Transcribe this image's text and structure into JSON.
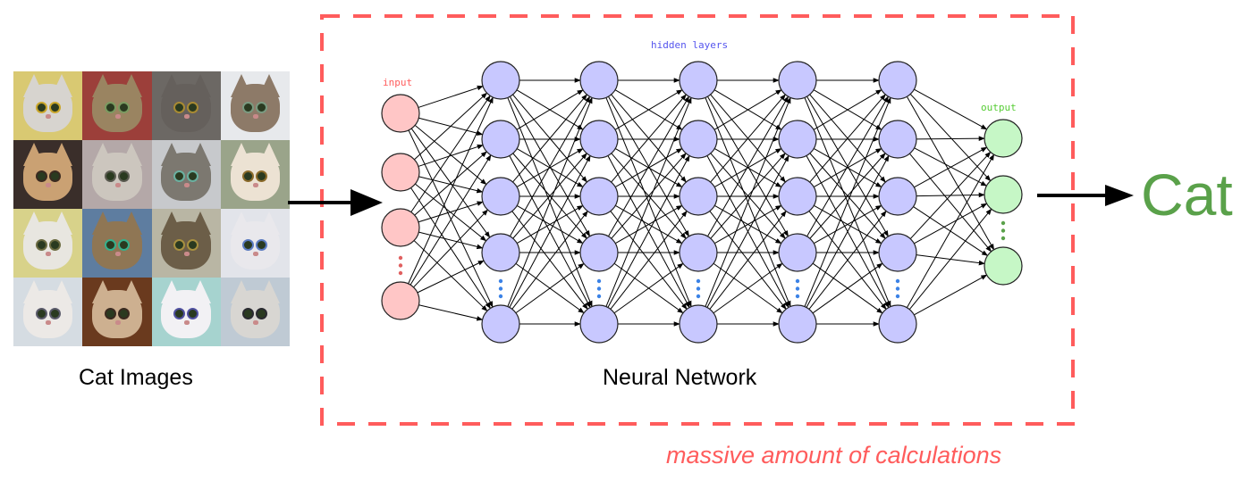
{
  "colors": {
    "dashed_box": "#ff5c5c",
    "input_fill": "#ffc6c6",
    "hidden_fill": "#c8c8ff",
    "output_fill": "#c6f7c6",
    "input_label": "#ff5c5c",
    "hidden_label": "#5555ee",
    "output_label": "#55cc33",
    "hidden_dots": "#3b82e6",
    "input_dots": "#e06060",
    "output_dots": "#5aa14a",
    "result_text": "#5aa14a",
    "annotation_text": "#ff5c5c"
  },
  "left": {
    "caption": "Cat Images",
    "tiles": [
      {
        "bg": "#d9c972",
        "fur": "#d7d4cf",
        "eye": "#c9a62a"
      },
      {
        "bg": "#9c3f3a",
        "fur": "#9a8461",
        "eye": "#7a9a60"
      },
      {
        "bg": "#6c6864",
        "fur": "#65605c",
        "eye": "#a88a33"
      },
      {
        "bg": "#e7e9ec",
        "fur": "#8d7a68",
        "eye": "#7a9a80"
      },
      {
        "bg": "#3a2e2a",
        "fur": "#caa173",
        "eye": "#3a2a20"
      },
      {
        "bg": "#b4a8a8",
        "fur": "#ccc6be",
        "eye": "#5a5a50"
      },
      {
        "bg": "#c7c9cc",
        "fur": "#7c7870",
        "eye": "#6ab0a0"
      },
      {
        "bg": "#9aa48a",
        "fur": "#ece2d3",
        "eye": "#8a6a2a"
      },
      {
        "bg": "#d8d28a",
        "fur": "#e8e6e0",
        "eye": "#6a6a40"
      },
      {
        "bg": "#5e7da0",
        "fur": "#8f7654",
        "eye": "#35b08c"
      },
      {
        "bg": "#b9b6a4",
        "fur": "#6c5e48",
        "eye": "#a89040"
      },
      {
        "bg": "#e2e4ea",
        "fur": "#e9e8ec",
        "eye": "#5a7ac0"
      },
      {
        "bg": "#d5dce2",
        "fur": "#ece9e6",
        "eye": "#5a5a6a"
      },
      {
        "bg": "#6a3a1e",
        "fur": "#cdb090",
        "eye": "#3a2a20"
      },
      {
        "bg": "#a6d3cf",
        "fur": "#f2f1f4",
        "eye": "#5050a0"
      },
      {
        "bg": "#bfcad4",
        "fur": "#d8d6d2",
        "eye": "#2a2a30"
      }
    ]
  },
  "network": {
    "caption": "Neural Network",
    "input_label": "input",
    "hidden_label": "hidden layers",
    "output_label": "output",
    "input_nodes": 4,
    "hidden_layers": 5,
    "hidden_nodes_per_layer": 5,
    "output_nodes": 3,
    "ellipsis_before_last_node": true
  },
  "result": {
    "label": "Cat"
  },
  "annotation": {
    "text": "massive amount of calculations"
  }
}
